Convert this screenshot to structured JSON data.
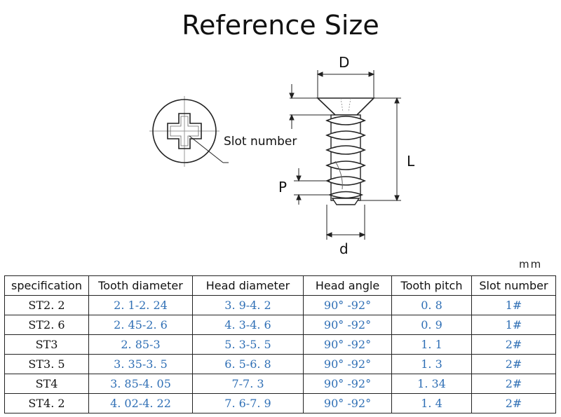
{
  "title": "Reference Size",
  "diagram": {
    "label_D": "D",
    "label_L": "L",
    "label_P": "P",
    "label_d": "d",
    "slot_label": "Slot number"
  },
  "unit": "mm",
  "table": {
    "headers": [
      "specification",
      "Tooth diameter",
      "Head diameter",
      "Head angle",
      "Tooth pitch",
      "Slot number"
    ],
    "rows": [
      [
        "ST2. 2",
        "2. 1-2. 24",
        "3. 9-4. 2",
        "90° -92°",
        "0. 8",
        "1#"
      ],
      [
        "ST2. 6",
        "2. 45-2. 6",
        "4. 3-4. 6",
        "90° -92°",
        "0. 9",
        "1#"
      ],
      [
        "ST3",
        "2. 85-3",
        "5. 3-5. 5",
        "90° -92°",
        "1. 1",
        "2#"
      ],
      [
        "ST3. 5",
        "3. 35-3. 5",
        "6. 5-6. 8",
        "90° -92°",
        "1. 3",
        "2#"
      ],
      [
        "ST4",
        "3. 85-4. 05",
        "7-7. 3",
        "90° -92°",
        "1. 34",
        "2#"
      ],
      [
        "ST4. 2",
        "4. 02-4. 22",
        "7. 6-7. 9",
        "90° -92°",
        "1. 4",
        "2#"
      ]
    ]
  }
}
